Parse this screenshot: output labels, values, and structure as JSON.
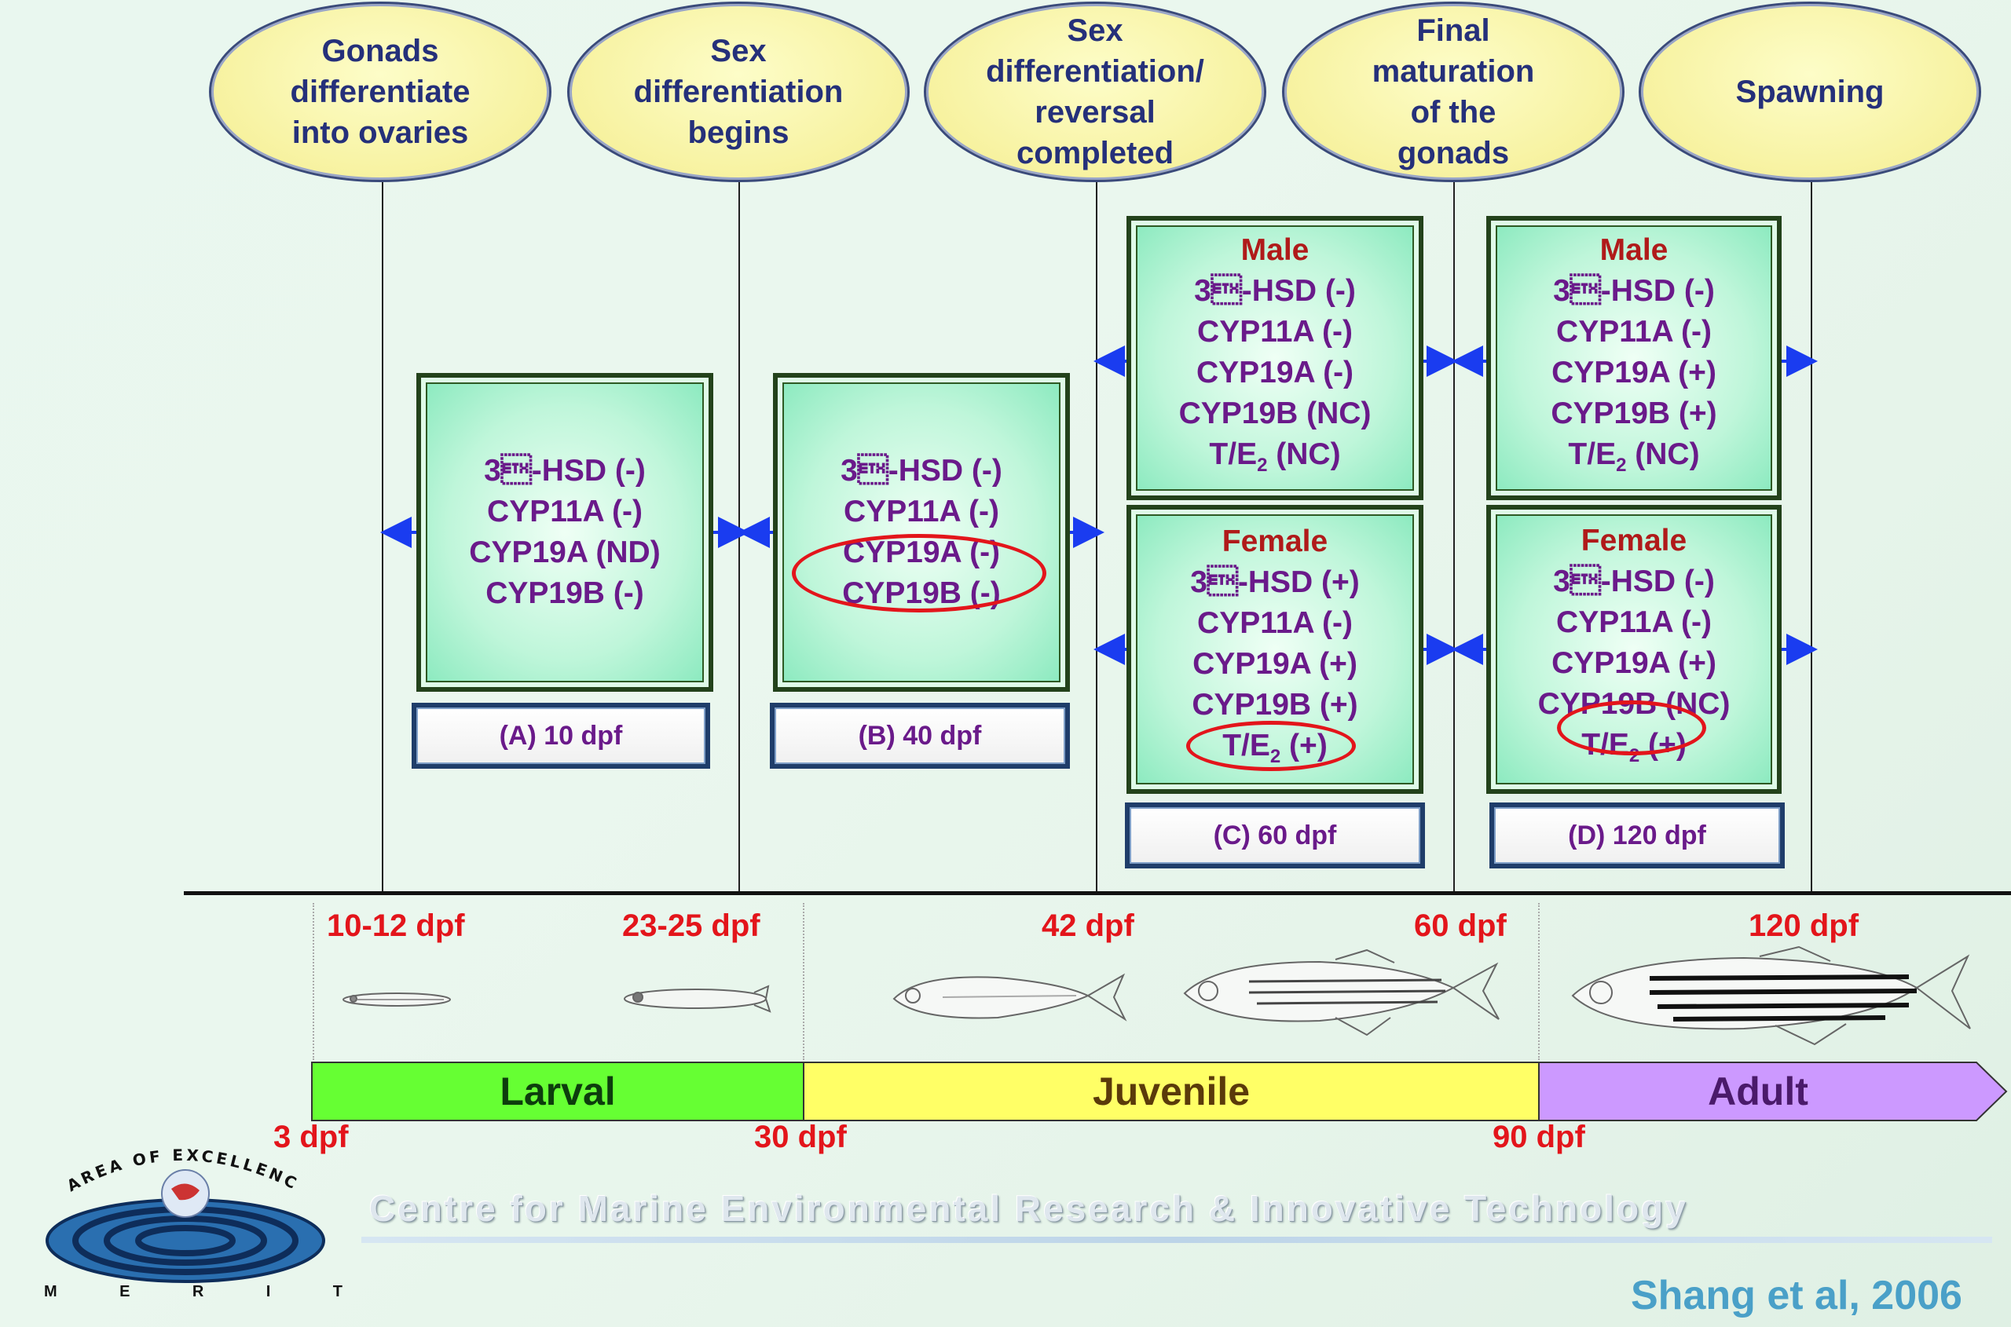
{
  "colors": {
    "ellipse_fill": "#f7f2a0",
    "ellipse_text": "#25307a",
    "box_text": "#6a1a8a",
    "sex_text": "#b01a1a",
    "dpf_text": "#e3151b",
    "arrow": "#1a3cf0",
    "larval": "#66ff33",
    "juvenile": "#ffff66",
    "adult": "#cc99ff"
  },
  "ellipses": [
    {
      "text": "Gonads\ndifferentiate\ninto ovaries"
    },
    {
      "text": "Sex\ndifferentiation\nbegins"
    },
    {
      "text": "Sex\ndifferentiation/\nreversal\ncompleted"
    },
    {
      "text": "Final\nmaturation\nof the\ngonads"
    },
    {
      "text": "Spawning"
    }
  ],
  "box_a": {
    "lines": [
      "3\u0003-HSD (-)",
      "CYP11A (-)",
      "CYP19A (ND)",
      "CYP19B (-)"
    ],
    "label": "(A) 10 dpf"
  },
  "box_b": {
    "lines": [
      "3\u0003-HSD (-)",
      "CYP11A (-)",
      "CYP19A (-)",
      "CYP19B (-)"
    ],
    "label": "(B) 40 dpf"
  },
  "box_c": {
    "male": {
      "title": "Male",
      "lines": [
        "3\u0003-HSD (-)",
        "CYP11A (-)",
        "CYP19A (-)",
        "CYP19B (NC)"
      ],
      "te": "T/E",
      "te_sub": "2",
      "te_val": " (NC)"
    },
    "female": {
      "title": "Female",
      "lines": [
        "3\u0003-HSD (+)",
        "CYP11A (-)",
        "CYP19A (+)",
        "CYP19B (+)"
      ],
      "te": "T/E",
      "te_sub": "2",
      "te_val": " (+)"
    },
    "label": "(C) 60 dpf"
  },
  "box_d": {
    "male": {
      "title": "Male",
      "lines": [
        "3\u0003-HSD (-)",
        "CYP11A (-)",
        "CYP19A (+)",
        "CYP19B (+)"
      ],
      "te": "T/E",
      "te_sub": "2",
      "te_val": " (NC)"
    },
    "female": {
      "title": "Female",
      "lines": [
        "3\u0003-HSD (-)",
        "CYP11A (-)",
        "CYP19A (+)",
        "CYP19B (NC)"
      ],
      "te": "T/E",
      "te_sub": "2",
      "te_val": " (+)"
    },
    "label": "(D) 120 dpf"
  },
  "timeline_top": [
    "10-12 dpf",
    "23-25 dpf",
    "42 dpf",
    "60 dpf",
    "120 dpf"
  ],
  "stages": [
    {
      "name": "Larval"
    },
    {
      "name": "Juvenile"
    },
    {
      "name": "Adult"
    }
  ],
  "timeline_bottom": [
    "3 dpf",
    "30 dpf",
    "90 dpf"
  ],
  "logo": {
    "arc_text": "AREA OF EXCELLENCE",
    "bottom_letters": [
      "M",
      "E",
      "R",
      "I",
      "T"
    ]
  },
  "footer": "Centre for Marine Environmental Research & Innovative Technology",
  "citation": "Shang et al, 2006"
}
